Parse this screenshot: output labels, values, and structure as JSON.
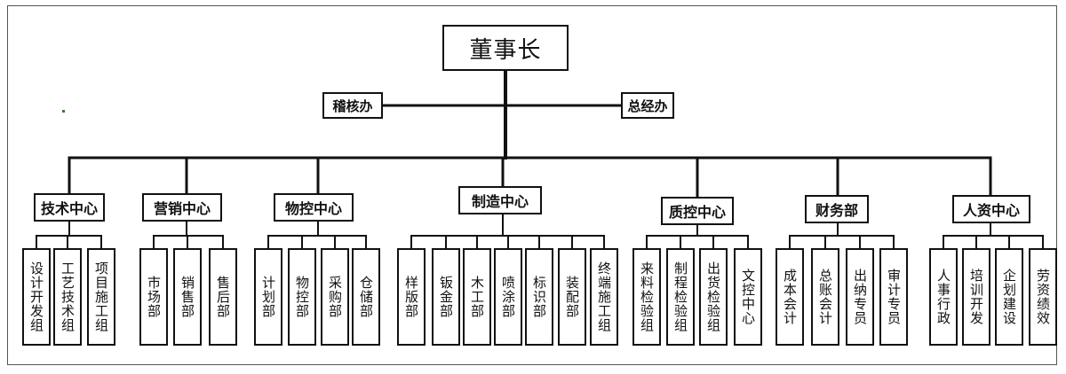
{
  "root": "董事长",
  "side_left": "稽核办",
  "side_right": "总经办",
  "centers": [
    {
      "label": "技术中心",
      "depts": [
        "设计开发组",
        "工艺技术组",
        "项目施工组"
      ]
    },
    {
      "label": "营销中心",
      "depts": [
        "市场部",
        "销售部",
        "售后部"
      ]
    },
    {
      "label": "物控中心",
      "depts": [
        "计划部",
        "物控部",
        "采购部",
        "仓储部"
      ]
    },
    {
      "label": "制造中心",
      "depts": [
        "样版部",
        "钣金部",
        "木工部",
        "喷涂部",
        "标识部",
        "装配部",
        "终端施工组"
      ]
    },
    {
      "label": "质控中心",
      "depts": [
        "来料检验组",
        "制程检验组",
        "出货检验组",
        "文控中心"
      ]
    },
    {
      "label": "财务部",
      "depts": [
        "成本会计",
        "总账会计",
        "出纳专员",
        "审计专员"
      ]
    },
    {
      "label": "人资中心",
      "depts": [
        "人事行政",
        "培训开发",
        "企划建设",
        "劳资绩效"
      ]
    }
  ]
}
